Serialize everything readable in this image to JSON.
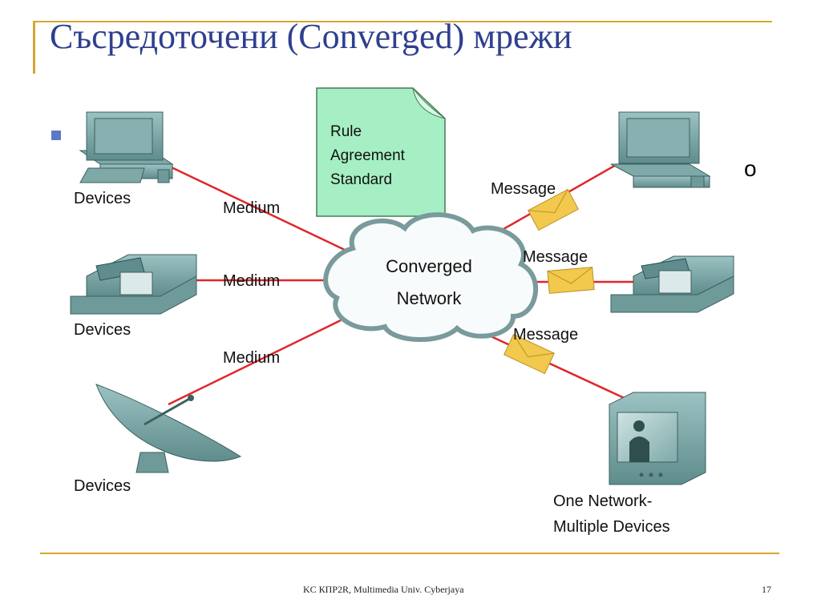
{
  "slide": {
    "title": "Съсредоточени (Converged) мрежи",
    "stray_text": "о",
    "footer": "KC КПР2R, Multimedia Univ. Cyberjaya",
    "page_number": "17"
  },
  "diagram": {
    "rule_note": [
      "Rule",
      "Agreement",
      "Standard"
    ],
    "cloud_label": [
      "Converged",
      "Network"
    ],
    "left_devices": [
      "Devices",
      "Devices",
      "Devices"
    ],
    "medium_labels": [
      "Medium",
      "Medium",
      "Medium"
    ],
    "message_labels": [
      "Message",
      "Message",
      "Message"
    ],
    "right_caption": [
      "One Network-",
      "Multiple Devices"
    ]
  },
  "colors": {
    "title": "#2f3f8f",
    "accent_rule": "#d7a630",
    "link": "#e0262b",
    "device": "#6f9a9a",
    "note": "#a6efc4",
    "envelope": "#f2c94c"
  }
}
